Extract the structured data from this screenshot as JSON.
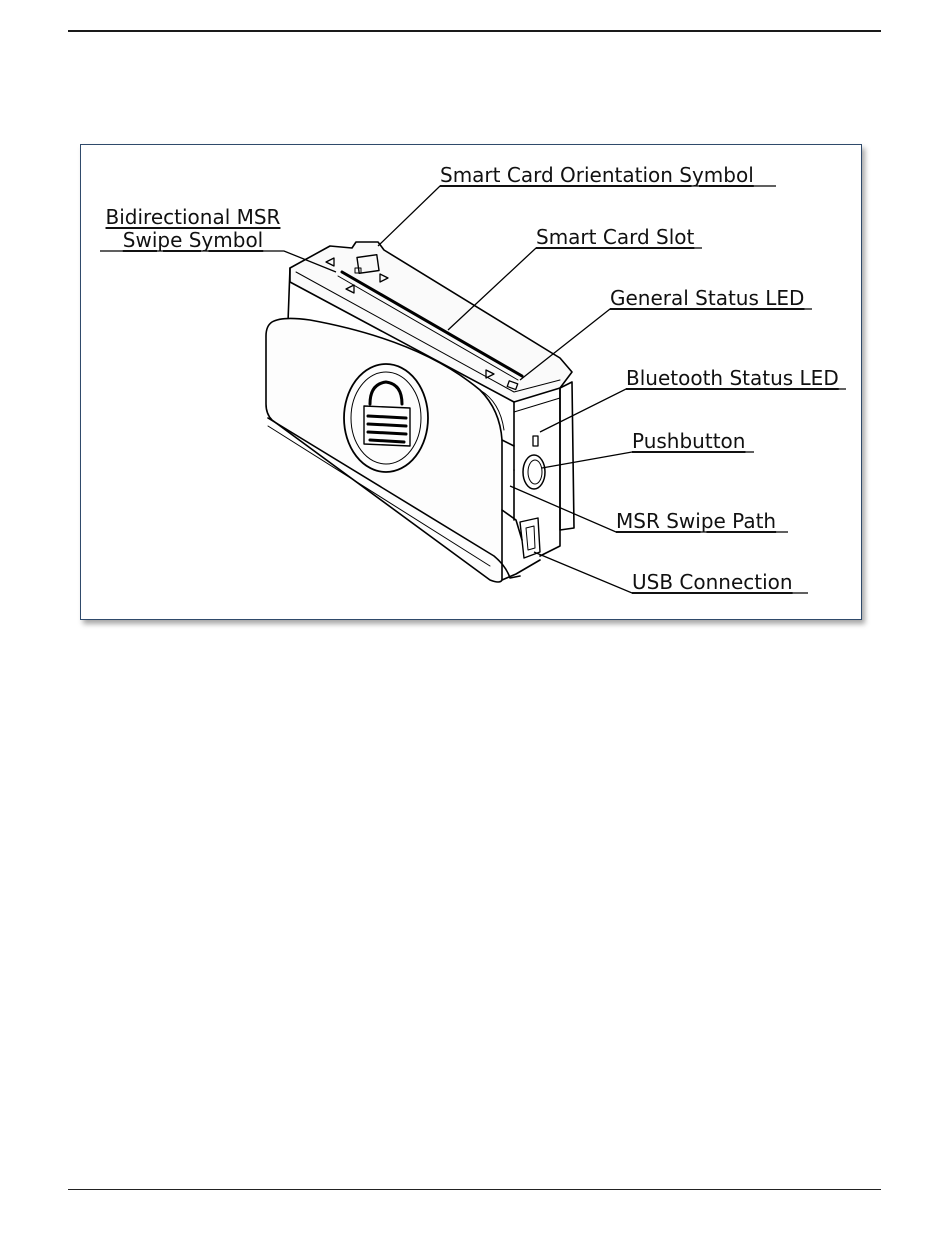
{
  "figure": {
    "callouts": {
      "orientation_symbol": "Smart Card Orientation Symbol",
      "msr_symbol_line1": "Bidirectional MSR",
      "msr_symbol_line2": "Swipe Symbol",
      "card_slot": "Smart Card Slot",
      "general_led": "General Status LED",
      "bluetooth_led": "Bluetooth Status LED",
      "pushbutton": "Pushbutton",
      "swipe_path": "MSR Swipe Path",
      "usb": "USB Connection"
    },
    "line_color": "#000000",
    "frame_border_color": "#2f4a6b"
  }
}
